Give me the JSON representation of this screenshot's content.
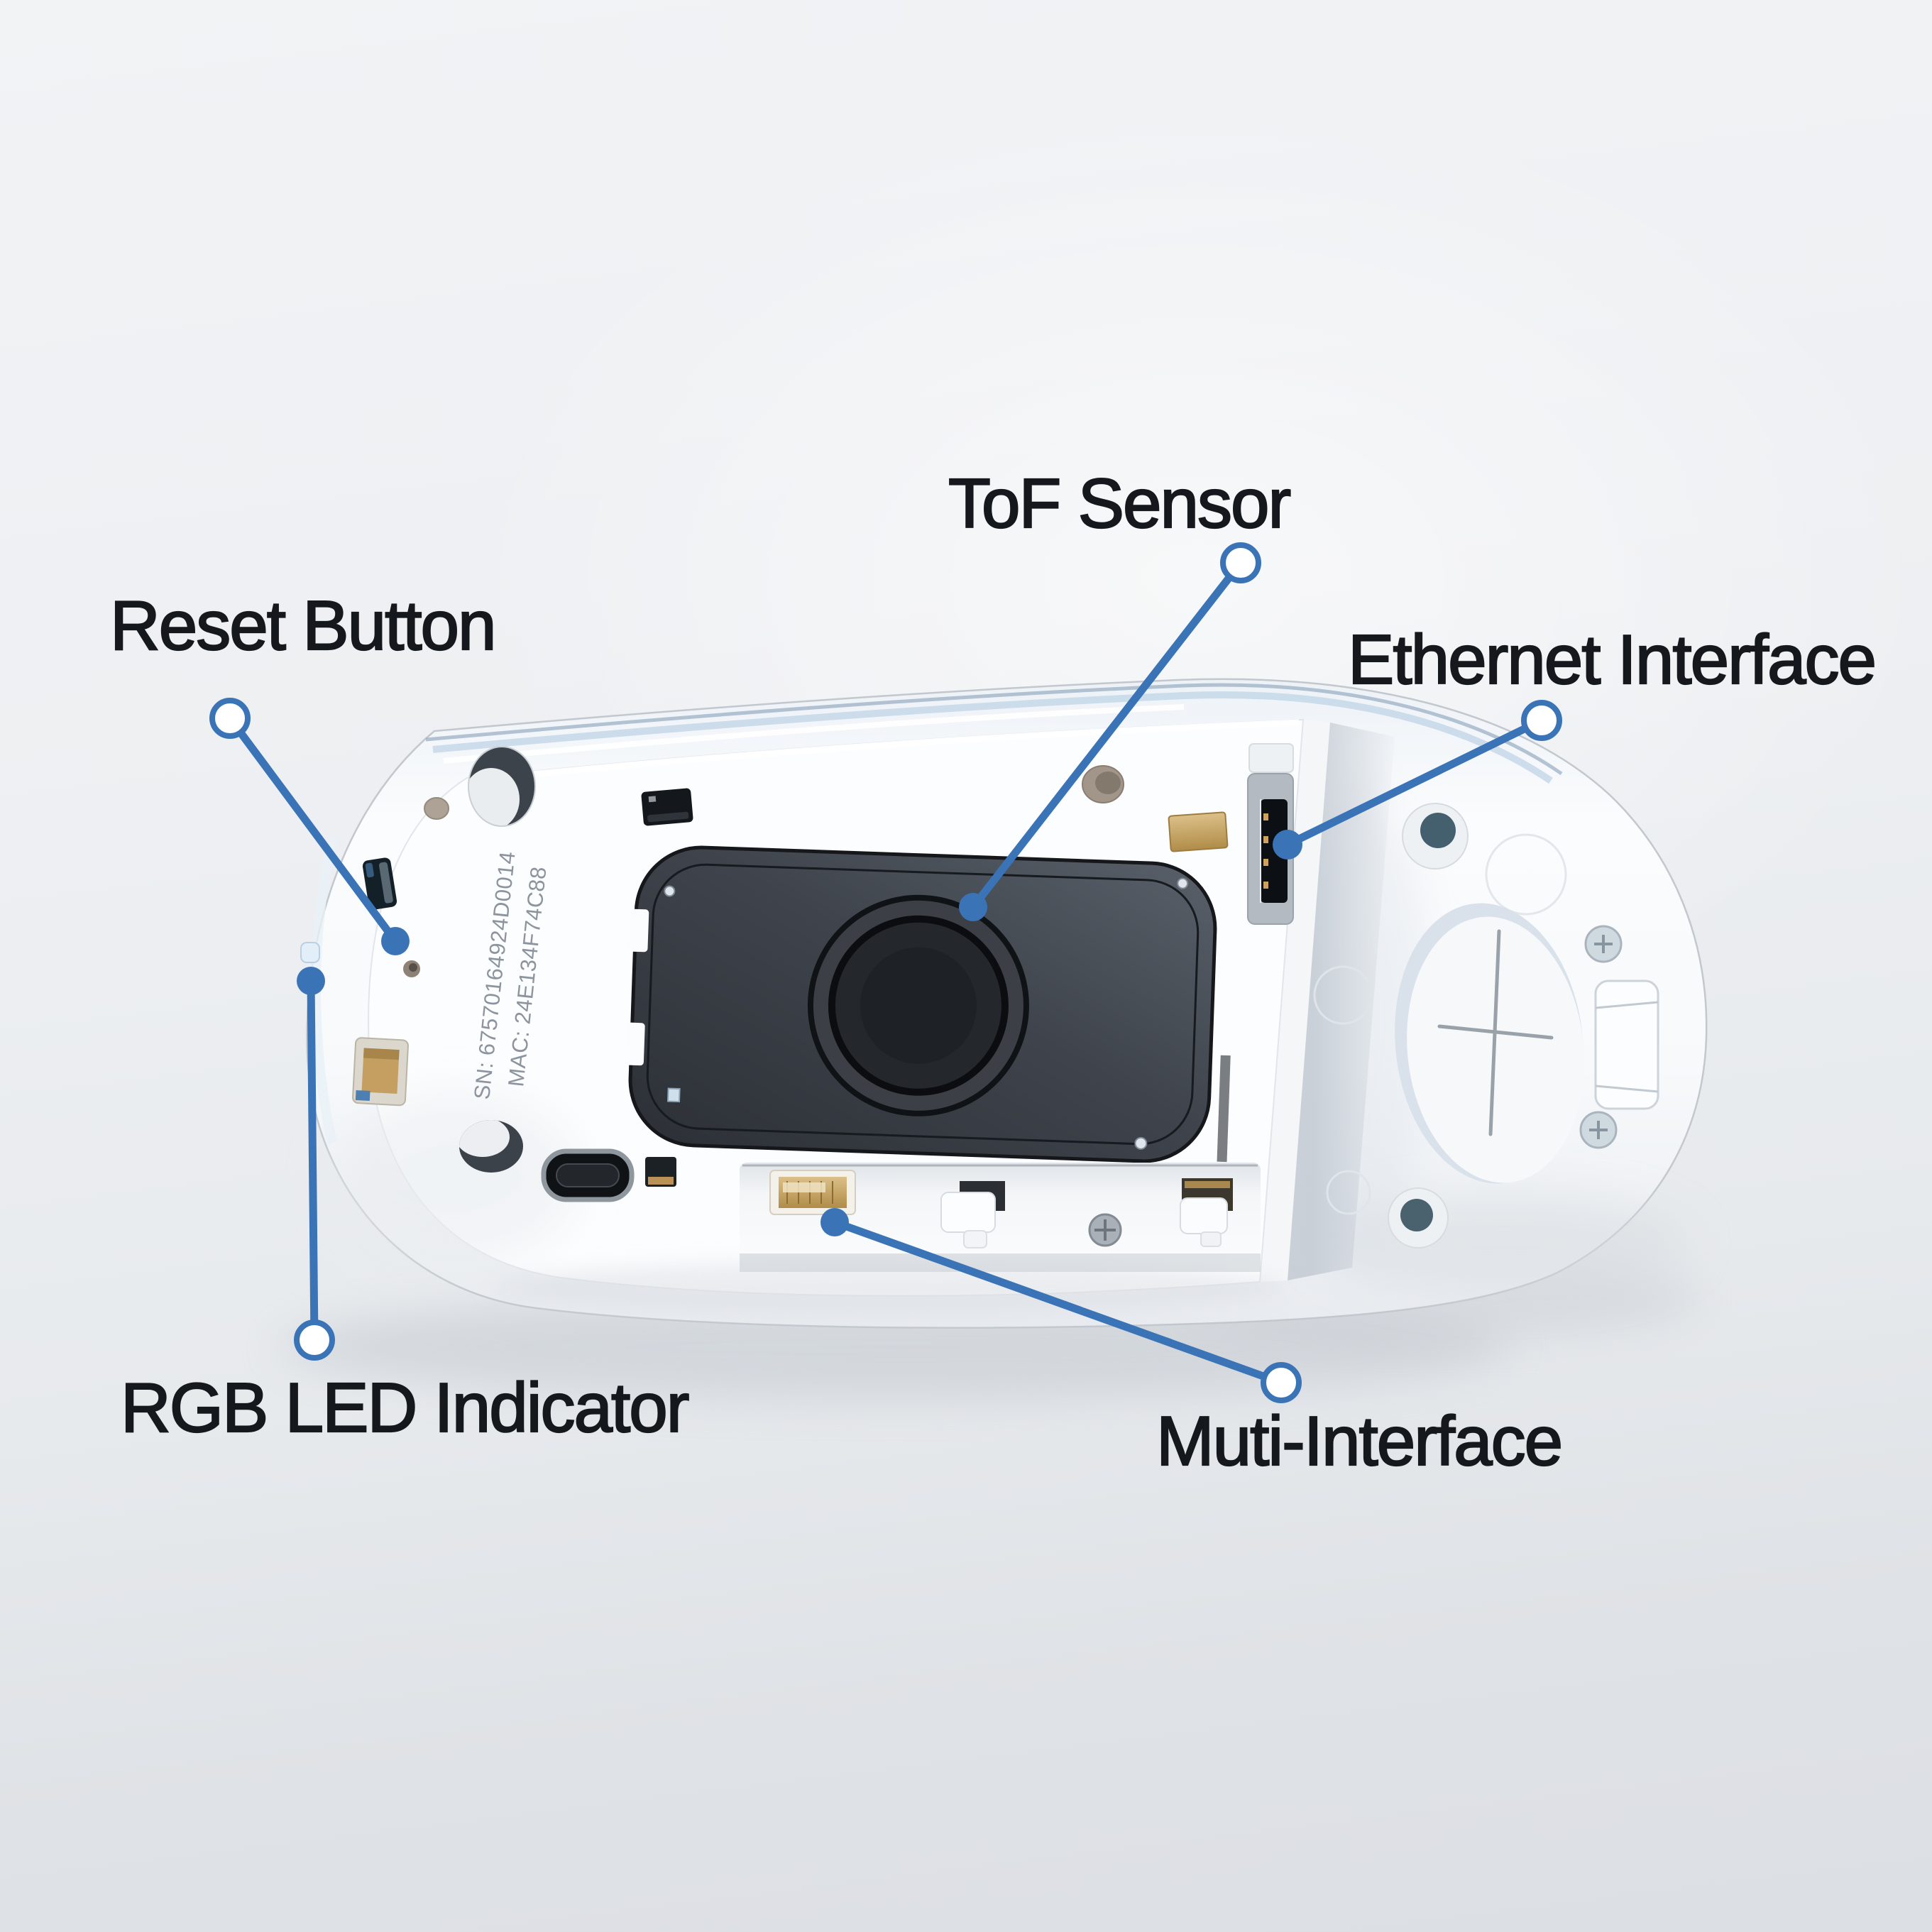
{
  "figure": {
    "type": "product-callout-diagram",
    "subject": "ToF sensor device, bottom view",
    "accent_color": "#3a74b6",
    "label_text_color": "#15181c",
    "background_color": "#e9ebee"
  },
  "callouts": [
    {
      "id": "reset-button",
      "label": "Reset Button"
    },
    {
      "id": "tof-sensor",
      "label": "ToF Sensor"
    },
    {
      "id": "ethernet-interface",
      "label": "Ethernet Interface"
    },
    {
      "id": "rgb-led-indicator",
      "label": "RGB LED Indicator"
    },
    {
      "id": "muti-interface",
      "label": "Muti-Interface"
    }
  ],
  "device_markings": {
    "serial_number": "SN: 67570164924D0014",
    "mac_address": "MAC: 24E134F74C88"
  }
}
